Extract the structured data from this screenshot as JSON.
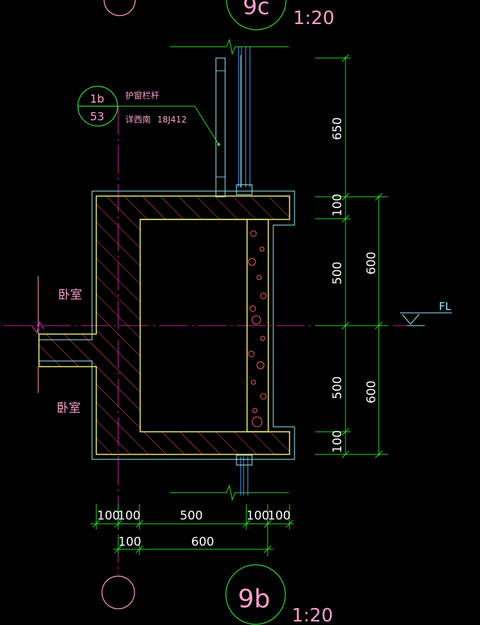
{
  "colors": {
    "background": "#000000",
    "wall_outline": "#e8e870",
    "outer_outline": "#9ff0ff",
    "hatch": "#ff5a5a",
    "dimension": "#22dd22",
    "axis": "#ff2fd0",
    "labels": "#ff9fd0",
    "callout": "#33cc33"
  },
  "titles": {
    "top_detail_number": "9c",
    "top_scale": "1:20",
    "bottom_detail_number": "9b",
    "bottom_scale": "1:20"
  },
  "callout": {
    "detail_number": "1b",
    "sheet_number": "53",
    "line1": "护窗栏杆",
    "line2": "详西南",
    "atlas": "18J412"
  },
  "rooms": {
    "upper": "卧室",
    "lower": "卧室"
  },
  "level": "FL",
  "dimensions": {
    "vertical_inner": [
      "650",
      "100",
      "500",
      "500",
      "100"
    ],
    "vertical_outer": [
      "600",
      "600"
    ],
    "horizontal_row1": [
      "100",
      "100",
      "500",
      "100",
      "100"
    ],
    "horizontal_row2": [
      "100",
      "600"
    ]
  }
}
